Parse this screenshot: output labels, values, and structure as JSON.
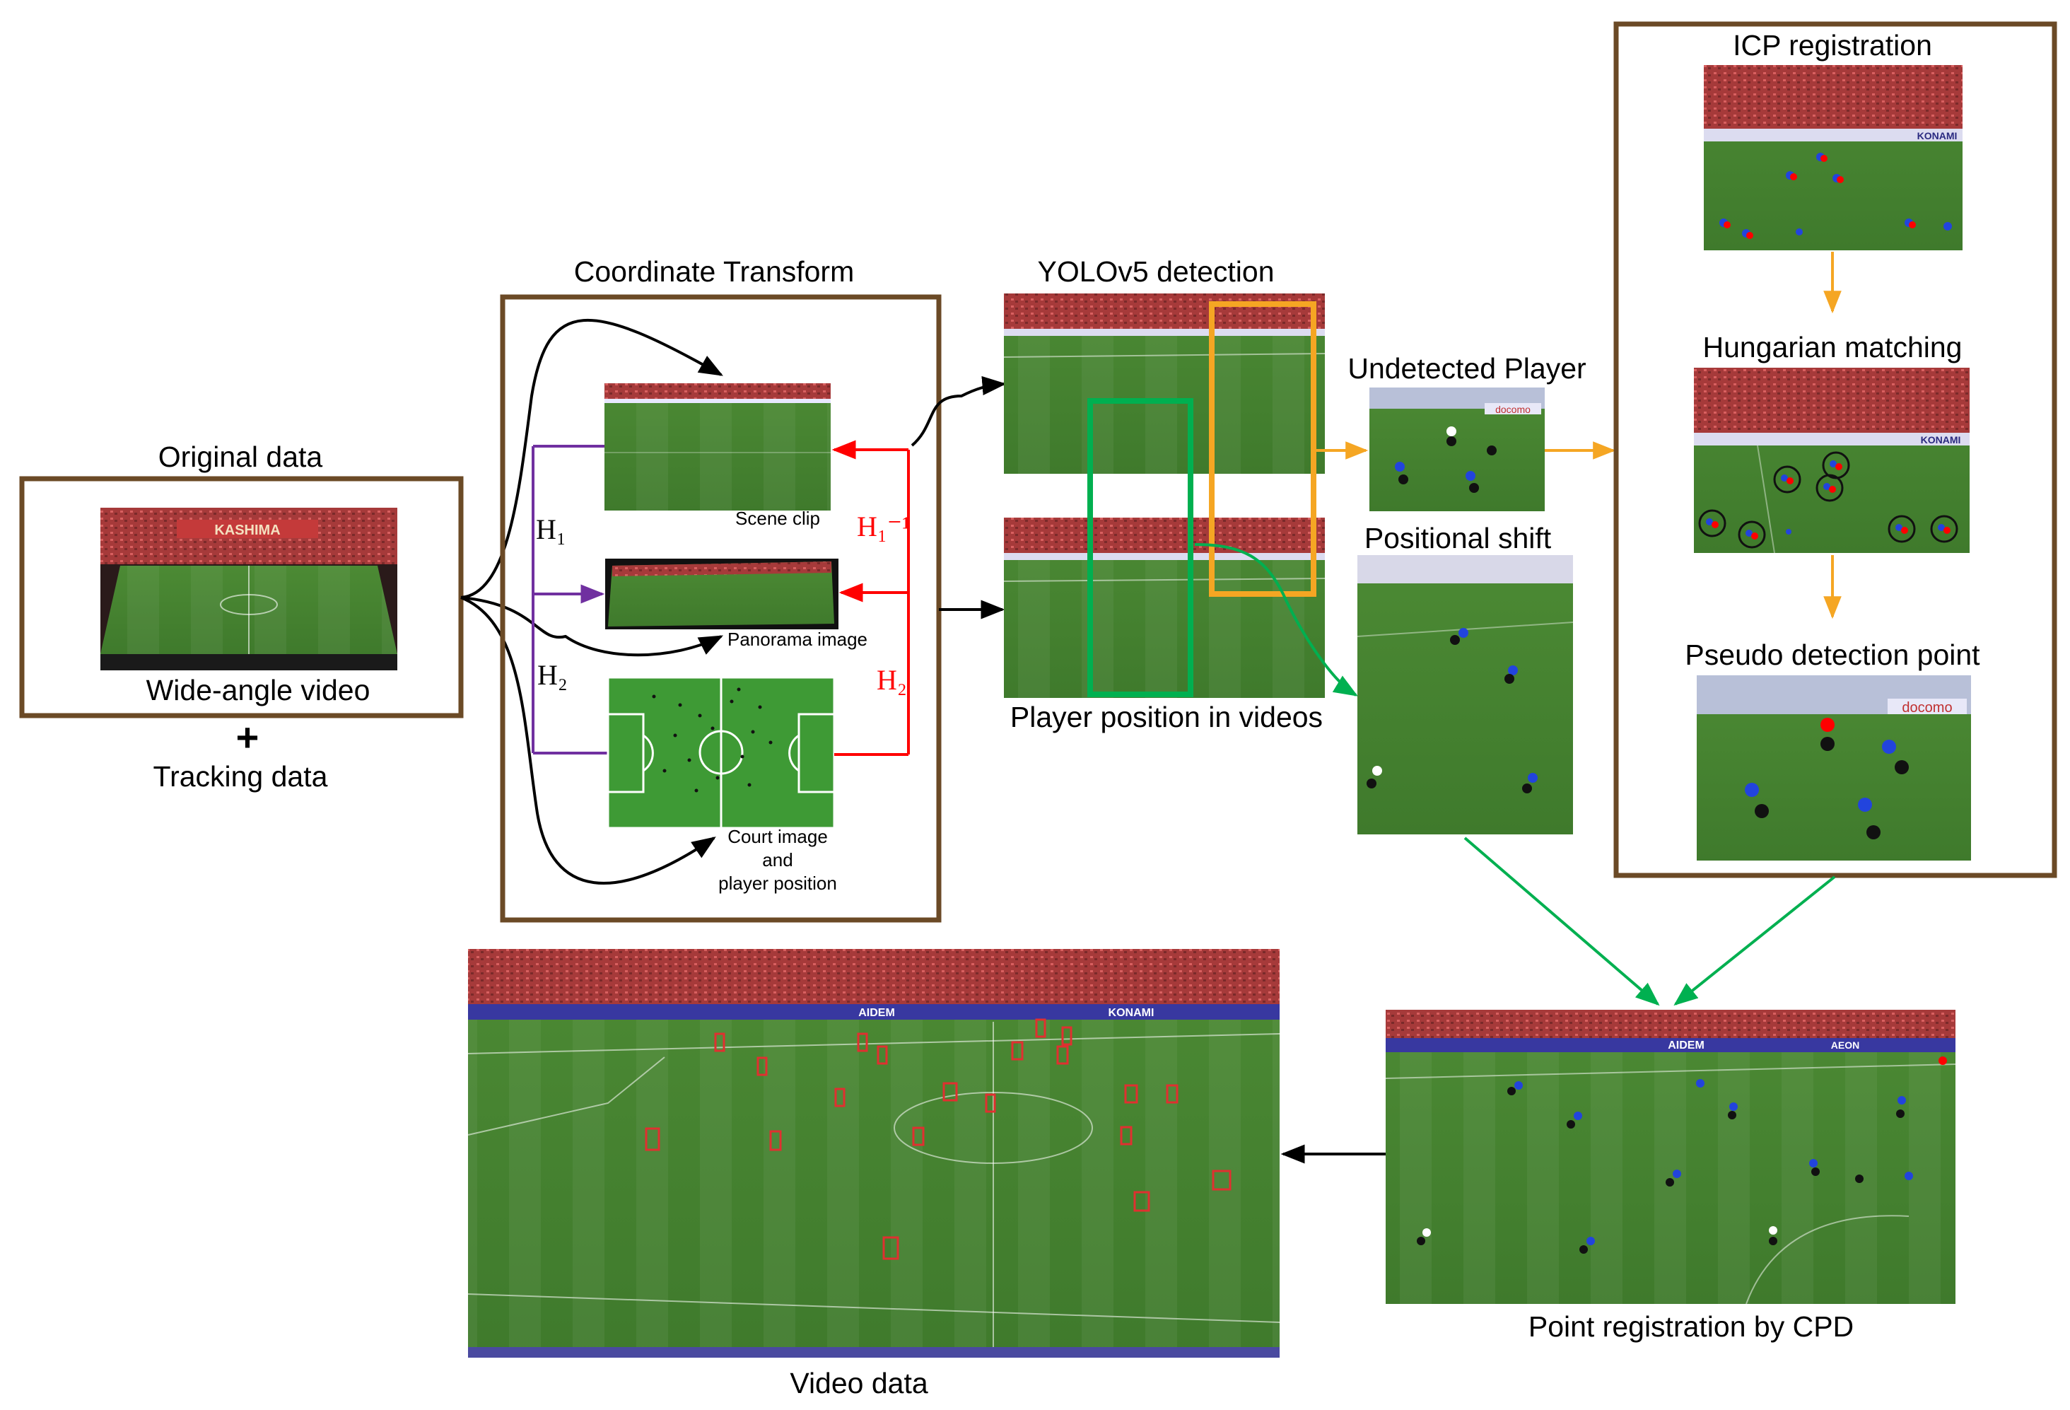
{
  "labels": {
    "original_data": "Original data",
    "wide_angle_video": "Wide-angle video",
    "plus": "+",
    "tracking_data": "Tracking data",
    "coordinate_transform": "Coordinate Transform",
    "scene_clip": "Scene clip",
    "panorama_image": "Panorama image",
    "court_image_l1": "Court image",
    "court_image_l2": "and",
    "court_image_l3": "player position",
    "h1": "H₁",
    "h2_left": "H₂",
    "h1_inv": "H₁⁻¹",
    "h2_right": "H₂",
    "yolo_detection": "YOLOv5 detection",
    "player_position": "Player position in videos",
    "undetected_player": "Undetected Player",
    "positional_shift": "Positional shift",
    "icp_registration": "ICP registration",
    "hungarian_matching": "Hungarian matching",
    "pseudo_detection": "Pseudo detection point",
    "cpd_registration": "Point registration by CPD",
    "video_data": "Video data"
  },
  "stadium_text": "KASHIMA",
  "ad_boards": {
    "docomo": "docomo",
    "konami": "KONAMI",
    "aidem": "AIDEM",
    "aeon": "AEON"
  },
  "colors": {
    "box_border": "#6b4a26",
    "black_arrow": "#000000",
    "purple_arrow": "#7030a0",
    "red_arrow": "#ff0000",
    "orange_arrow": "#f5a623",
    "green_arrow": "#00b050",
    "pitch": "#4a8a36",
    "court": "#3e9a35",
    "stands": "#a83a3a",
    "detection_box": "#e03030"
  }
}
